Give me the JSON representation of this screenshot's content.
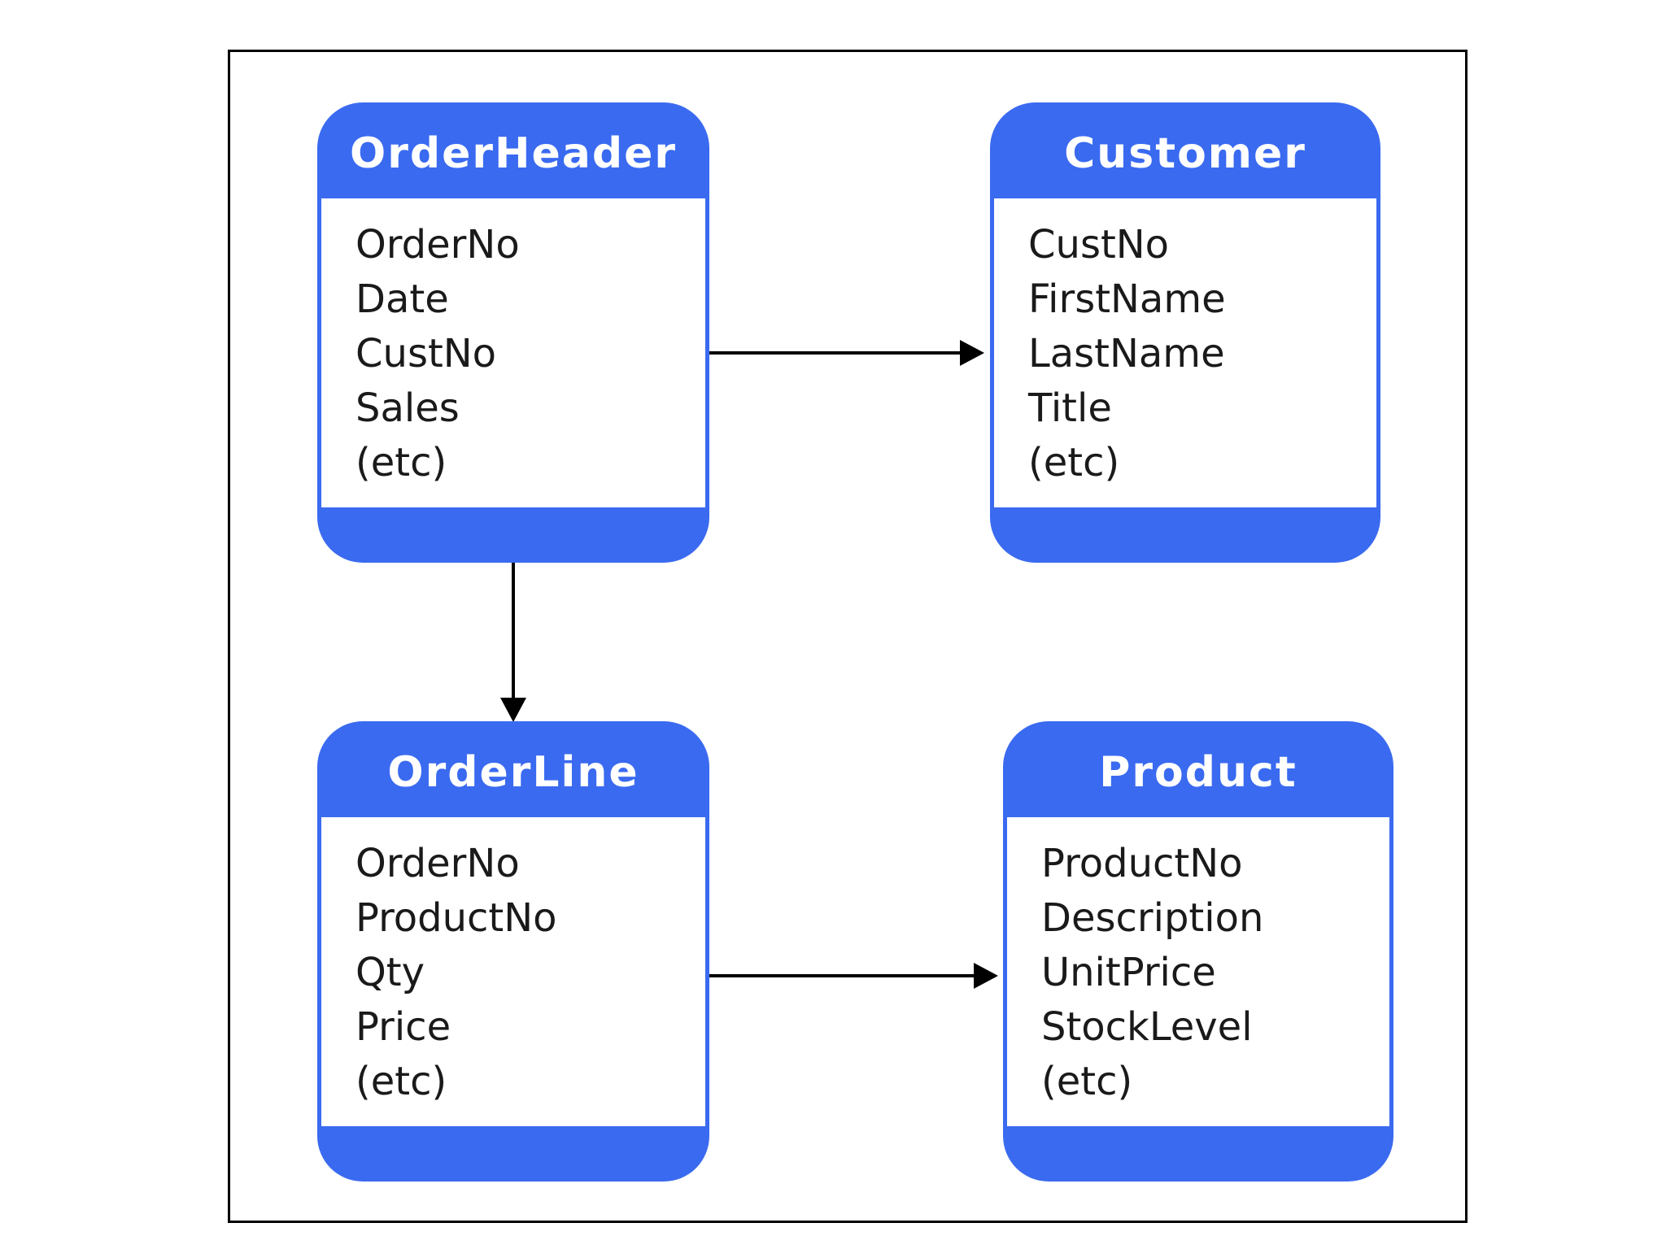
{
  "entities": {
    "order_header": {
      "title": "OrderHeader",
      "fields": [
        "OrderNo",
        "Date",
        "CustNo",
        "Sales",
        "(etc)"
      ]
    },
    "customer": {
      "title": "Customer",
      "fields": [
        "CustNo",
        "FirstName",
        "LastName",
        "Title",
        "(etc)"
      ]
    },
    "order_line": {
      "title": "OrderLine",
      "fields": [
        "OrderNo",
        "ProductNo",
        "Qty",
        "Price",
        "(etc)"
      ]
    },
    "product": {
      "title": "Product",
      "fields": [
        "ProductNo",
        "Description",
        "UnitPrice",
        "StockLevel",
        "(etc)"
      ]
    }
  },
  "relationships": [
    {
      "from": "OrderHeader",
      "to": "Customer"
    },
    {
      "from": "OrderHeader",
      "to": "OrderLine"
    },
    {
      "from": "OrderLine",
      "to": "Product"
    }
  ],
  "colors": {
    "entity_blue": "#3a6af0",
    "line": "#000000"
  }
}
